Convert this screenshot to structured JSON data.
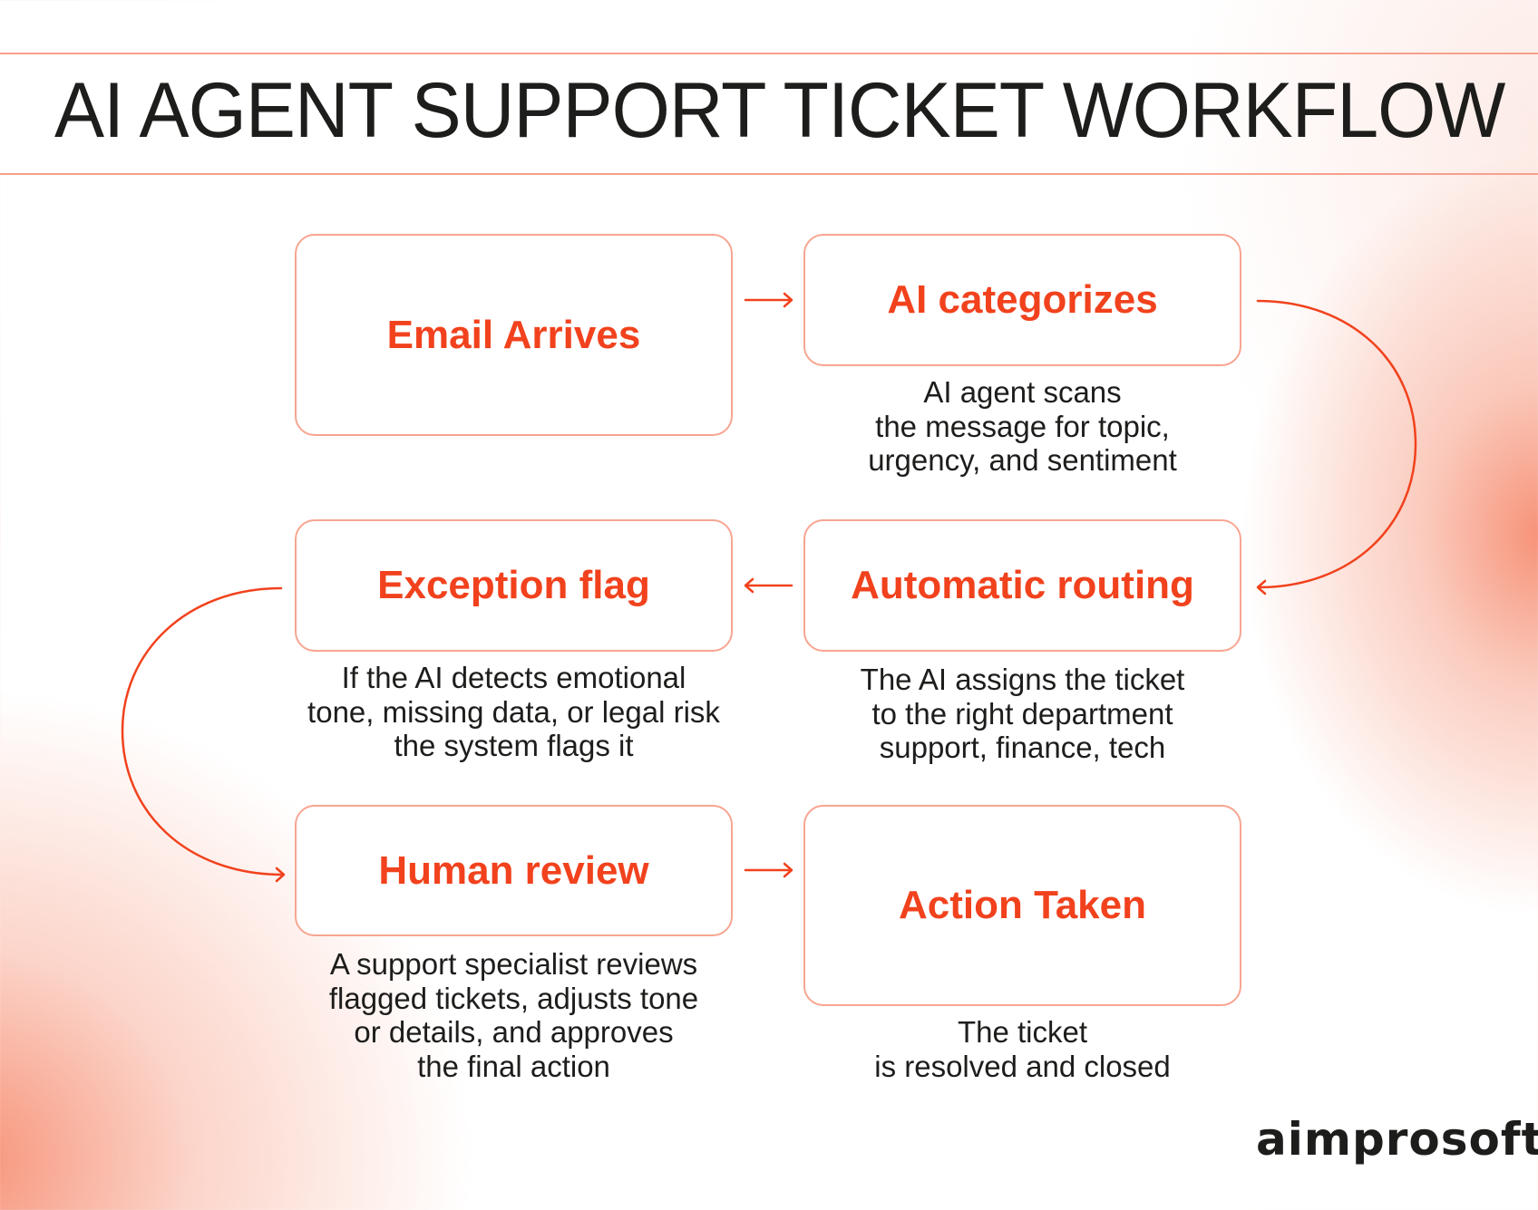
{
  "title": "AI AGENT SUPPORT TICKET WORKFLOW",
  "colors": {
    "accent": "#f1421d",
    "box_border": "#f8a591",
    "rule_line": "#f6a08c",
    "text": "#1d1d1b",
    "glow": "#f68c70"
  },
  "steps": [
    {
      "label": "Email Arrives",
      "description": []
    },
    {
      "label": "AI categorizes",
      "description": [
        "AI agent scans",
        "the message for topic,",
        "urgency, and sentiment"
      ]
    },
    {
      "label": "Automatic routing",
      "description": [
        "The AI assigns the ticket",
        "to the right department",
        "support, finance, tech"
      ]
    },
    {
      "label": "Exception flag",
      "description": [
        "If the AI detects emotional",
        "tone, missing data, or legal risk",
        "the system flags it"
      ]
    },
    {
      "label": "Human review",
      "description": [
        "A support specialist reviews",
        "flagged tickets, adjusts tone",
        "or details, and approves",
        "the final action"
      ]
    },
    {
      "label": "Action Taken",
      "description": [
        "The ticket",
        "is resolved and closed"
      ]
    }
  ],
  "connectors": [
    {
      "from": "Email Arrives",
      "to": "AI categorizes",
      "icon": "arrow-right-icon"
    },
    {
      "from": "AI categorizes",
      "to": "Automatic routing",
      "icon": "curved-arrow-down-icon"
    },
    {
      "from": "Automatic routing",
      "to": "Exception flag",
      "icon": "arrow-left-icon"
    },
    {
      "from": "Exception flag",
      "to": "Human review",
      "icon": "curved-arrow-down-icon"
    },
    {
      "from": "Human review",
      "to": "Action Taken",
      "icon": "arrow-right-icon"
    }
  ],
  "brand": {
    "logo_text": "aimprosoft"
  }
}
